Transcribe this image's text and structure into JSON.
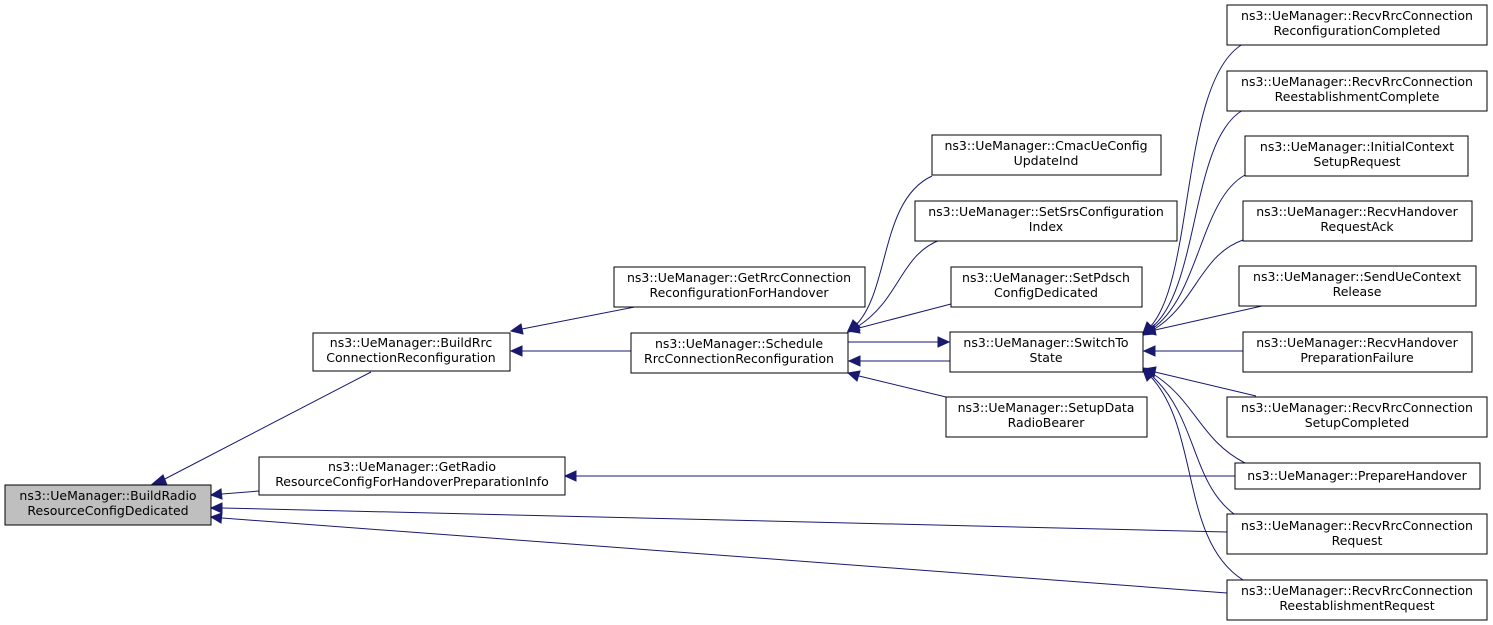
{
  "graph": {
    "nodes": {
      "root": [
        "ns3::UeManager::BuildRadio",
        "ResourceConfigDedicated"
      ],
      "buildRrc": [
        "ns3::UeManager::BuildRrc",
        "ConnectionReconfiguration"
      ],
      "getRadio": [
        "ns3::UeManager::GetRadio",
        "ResourceConfigForHandoverPreparationInfo"
      ],
      "getRrcHo": [
        "ns3::UeManager::GetRrcConnection",
        "ReconfigurationForHandover"
      ],
      "schedule": [
        "ns3::UeManager::Schedule",
        "RrcConnectionReconfiguration"
      ],
      "cmac": [
        "ns3::UeManager::CmacUeConfig",
        "UpdateInd"
      ],
      "setSrs": [
        "ns3::UeManager::SetSrsConfiguration",
        "Index"
      ],
      "setPdsch": [
        "ns3::UeManager::SetPdsch",
        "ConfigDedicated"
      ],
      "switchTo": [
        "ns3::UeManager::SwitchTo",
        "State"
      ],
      "setupData": [
        "ns3::UeManager::SetupData",
        "RadioBearer"
      ],
      "recvReconfCompleted": [
        "ns3::UeManager::RecvRrcConnection",
        "ReconfigurationCompleted"
      ],
      "recvReestComplete": [
        "ns3::UeManager::RecvRrcConnection",
        "ReestablishmentComplete"
      ],
      "initialContext": [
        "ns3::UeManager::InitialContext",
        "SetupRequest"
      ],
      "recvHoAck": [
        "ns3::UeManager::RecvHandover",
        "RequestAck"
      ],
      "sendUeCtx": [
        "ns3::UeManager::SendUeContext",
        "Release"
      ],
      "recvHoPrepFail": [
        "ns3::UeManager::RecvHandover",
        "PreparationFailure"
      ],
      "recvSetupCompleted": [
        "ns3::UeManager::RecvRrcConnection",
        "SetupCompleted"
      ],
      "prepareHo": [
        "ns3::UeManager::PrepareHandover"
      ],
      "recvConnRequest": [
        "ns3::UeManager::RecvRrcConnection",
        "Request"
      ],
      "recvReestRequest": [
        "ns3::UeManager::RecvRrcConnection",
        "ReestablishmentRequest"
      ]
    },
    "edge_color": "#191970",
    "root_fill": "#bfbfbf"
  }
}
